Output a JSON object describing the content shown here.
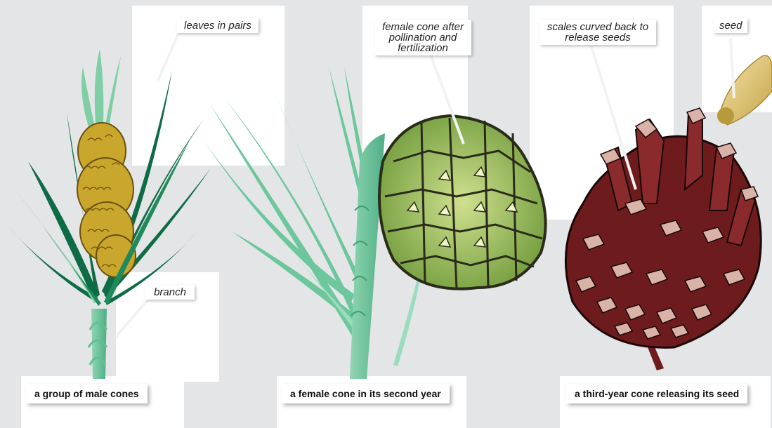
{
  "labels": {
    "leaves_in_pairs": "leaves in pairs",
    "branch": "branch",
    "female_cone_after": "female cone after pollination and fertilization",
    "scales_curved_back": "scales curved back to release seeds",
    "seed": "seed"
  },
  "captions": {
    "male": "a group of male cones",
    "female": "a female cone in its second year",
    "third_year": "a third-year cone releasing its seed"
  },
  "colors": {
    "background": "#e4e5e7",
    "needle_dark": "#0d6b45",
    "needle_light": "#7fcfa6",
    "male_cone": "#c9a62c",
    "female_cone": "#8fb545",
    "third_year_cone": "#6e1b1e",
    "scale_tip": "#d9b3a8",
    "seed": "#e6cf85"
  }
}
